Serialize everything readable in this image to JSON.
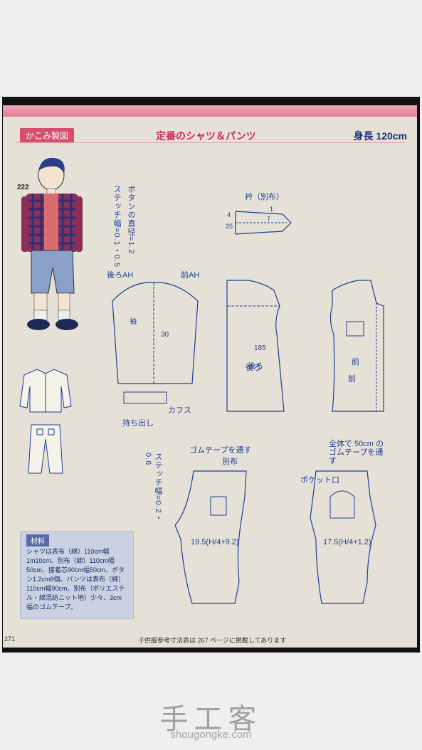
{
  "header": {
    "section_tag": "かこみ製図",
    "title": "定番のシャツ＆パンツ",
    "size_label": "身長 120cm"
  },
  "item_number": "222",
  "button_note": "ボタンの直径=1.2",
  "stitch_note_top": "ステッチ幅=0.1・0.5",
  "stitch_note_bottom": "ステッチ幅=0.2・0.6",
  "labels": {
    "collar": "衿（別布）",
    "sleeve": "袖",
    "back": "後ろ",
    "front": "前",
    "cuffs": "カフス",
    "placket": "持ち出し",
    "elastic_back": "ゴムテープを通す",
    "elastic_front": "全体で 50cm の ゴムテープを通す",
    "back_formula": "19.5(H/4+9.2)",
    "front_formula": "17.5(H/4+1.2)",
    "pocket_opening": "ポケット口",
    "betsu": "別布",
    "back_ah": "後ろAH",
    "front_ah": "前AH"
  },
  "materials": {
    "heading": "材料",
    "text": "シャツは表布（綿）110cm幅1m10cm、別布（綿）110cm幅50cm、接着芯90cm幅50cm、ボタン1.2cm8個。パンツは表布（綿）110cm幅90cm、別布（ポリエステル・綿混紡ニット地）少々、3cm幅のゴムテープ。"
  },
  "page_number": "271",
  "footer_note": "子供服参考寸法表は 267 ページに掲載してあります",
  "watermark": {
    "logo": "手工客",
    "url": "shougongke.com"
  }
}
